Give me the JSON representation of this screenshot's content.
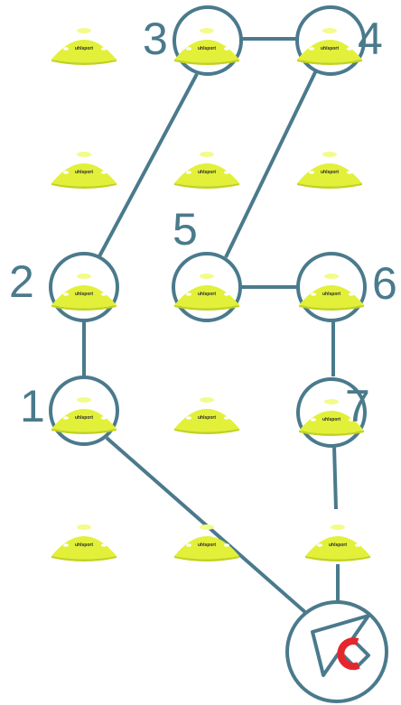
{
  "diagram": {
    "colors": {
      "line": "#4a7a8c",
      "cone": "#e2f03a",
      "cone_shade": "#c2d21e",
      "cone_top": "#f3fb8a",
      "marker_accent": "#e5262c"
    },
    "cone_brand": "uhlsport",
    "station_labels": [
      "1",
      "2",
      "3",
      "4",
      "5",
      "6",
      "7"
    ],
    "start_marker": {
      "icon": "arrow-icon",
      "glyph": "C"
    }
  }
}
